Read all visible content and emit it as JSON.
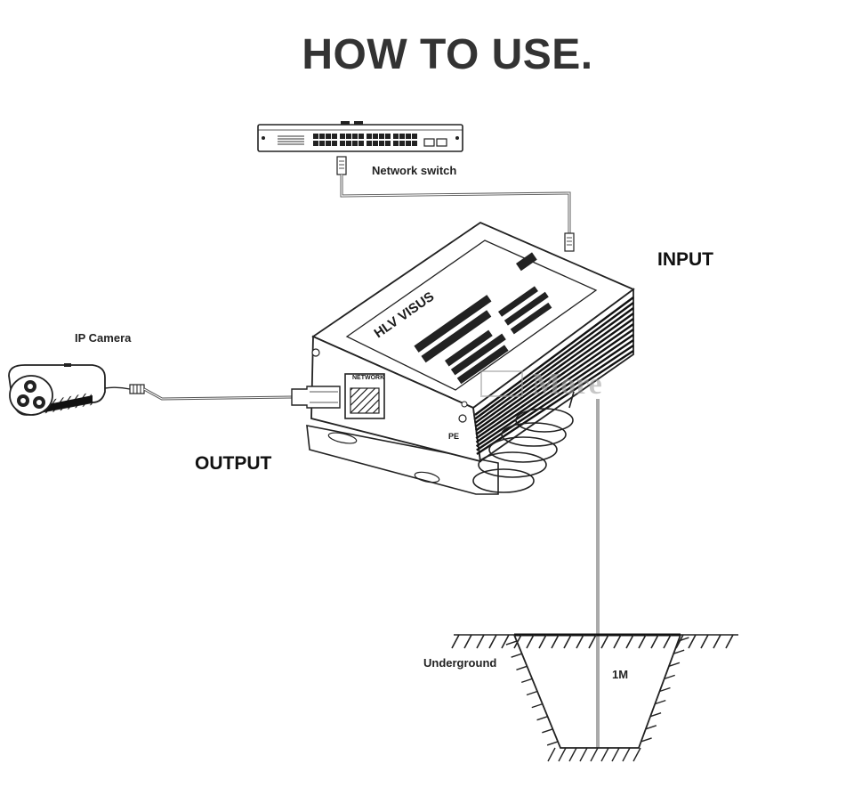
{
  "title": "HOW TO USE.",
  "labels": {
    "network_switch": "Network switch",
    "input": "INPUT",
    "ip_camera": "IP Camera",
    "output": "OUTPUT",
    "underground": "Underground",
    "depth": "1M"
  },
  "device": {
    "brand": "HLV VISUS",
    "port_label": "NETWORK",
    "pe_label": "PE"
  },
  "watermark": "More",
  "icons": [
    "network-switch-icon",
    "ip-camera-icon",
    "surge-protector-icon",
    "ground-pit-icon"
  ],
  "colors": {
    "title": "#333333",
    "line": "#222222",
    "cable": "#555555"
  }
}
